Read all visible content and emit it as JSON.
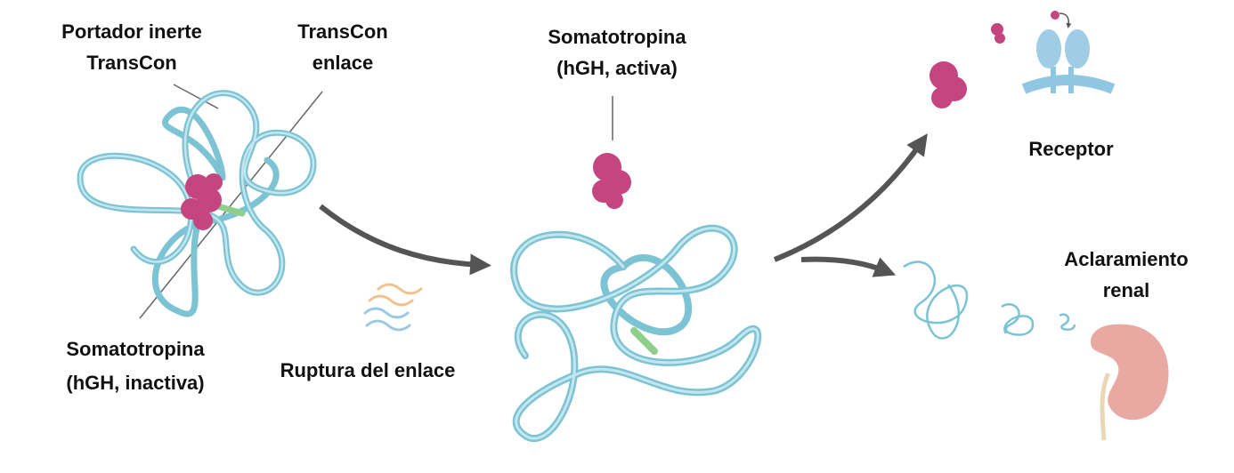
{
  "labels": {
    "carrier": [
      "Portador inerte",
      "TransCon"
    ],
    "linker": [
      "TransCon",
      "enlace"
    ],
    "active_hgh": [
      "Somatotropina",
      "(hGH, activa)"
    ],
    "receptor": "Receptor",
    "renal": [
      "Aclaramiento",
      "renal"
    ],
    "inactive_hgh": [
      "Somatotropina",
      "(hGH, inactiva)"
    ],
    "cleavage": "Ruptura del enlace"
  },
  "colors": {
    "carrier": "#7cc3d3",
    "carrier_light": "#bfe3ec",
    "hgh": "#c4457f",
    "linker": "#9fd49a",
    "arrow": "#555555",
    "kidney": "#e7a9a2"
  }
}
